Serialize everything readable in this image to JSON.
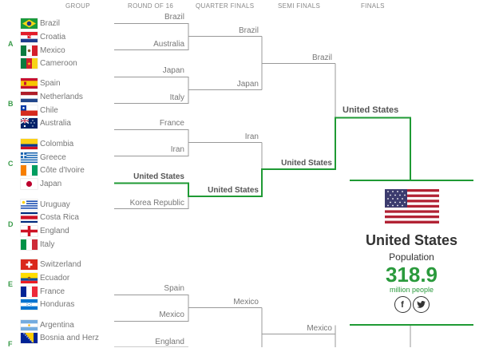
{
  "headers": {
    "group": "GROUP",
    "r16": "ROUND OF 16",
    "qf": "QUARTER FINALS",
    "sf": "SEMI FINALS",
    "final": "FINALS"
  },
  "groups": [
    {
      "letter": "A",
      "teams": [
        "Brazil",
        "Croatia",
        "Mexico",
        "Cameroon"
      ]
    },
    {
      "letter": "B",
      "teams": [
        "Spain",
        "Netherlands",
        "Chile",
        "Australia"
      ]
    },
    {
      "letter": "C",
      "teams": [
        "Colombia",
        "Greece",
        "Côte d'Ivoire",
        "Japan"
      ]
    },
    {
      "letter": "D",
      "teams": [
        "Uruguay",
        "Costa Rica",
        "England",
        "Italy"
      ]
    },
    {
      "letter": "E",
      "teams": [
        "Switzerland",
        "Ecuador",
        "France",
        "Honduras"
      ]
    },
    {
      "letter": "F",
      "teams": [
        "Argentina",
        "Bosnia and Herz"
      ]
    }
  ],
  "flag_icons": [
    "brazil-flag-icon",
    "croatia-flag-icon",
    "mexico-flag-icon",
    "cameroon-flag-icon",
    "spain-flag-icon",
    "netherlands-flag-icon",
    "chile-flag-icon",
    "australia-flag-icon",
    "colombia-flag-icon",
    "greece-flag-icon",
    "cote-divoire-flag-icon",
    "japan-flag-icon",
    "uruguay-flag-icon",
    "costa-rica-flag-icon",
    "england-flag-icon",
    "italy-flag-icon",
    "switzerland-flag-icon",
    "ecuador-flag-icon",
    "france-flag-icon",
    "honduras-flag-icon",
    "argentina-flag-icon",
    "bosnia-flag-icon"
  ],
  "bracket": {
    "r16": [
      "Brazil",
      "Australia",
      "Japan",
      "Italy",
      "France",
      "Iran",
      "United States",
      "Korea Republic",
      "Spain",
      "Mexico",
      "England"
    ],
    "qf": [
      "Brazil",
      "Japan",
      "Iran",
      "United States",
      "Mexico"
    ],
    "sf": [
      "Brazil",
      "United States",
      "Mexico"
    ],
    "final": [
      "United States"
    ]
  },
  "card": {
    "country": "United States",
    "label": "Population",
    "value": "318.9",
    "unit": "million people",
    "share_icons": [
      "facebook-icon",
      "twitter-icon"
    ]
  },
  "colors": {
    "accent": "#1f9a34",
    "line": "#999999",
    "text": "#777777"
  }
}
